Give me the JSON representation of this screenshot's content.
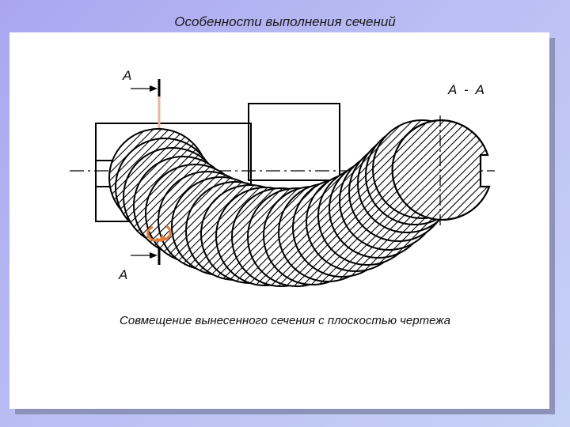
{
  "title": "Особенности выполнения сечений",
  "caption": "Совмещение вынесенного сечения с плоскостью чертежа",
  "labels": {
    "section_top": "А",
    "section_bottom": "А",
    "section_view": "А - А"
  },
  "colors": {
    "background": "#b0b6f2",
    "panel": "#ffffff",
    "panel_shadow": "#8d93b8",
    "stroke": "#000000",
    "cut_line": "#e8b89a",
    "rotation_arrow": "#e07b39"
  }
}
